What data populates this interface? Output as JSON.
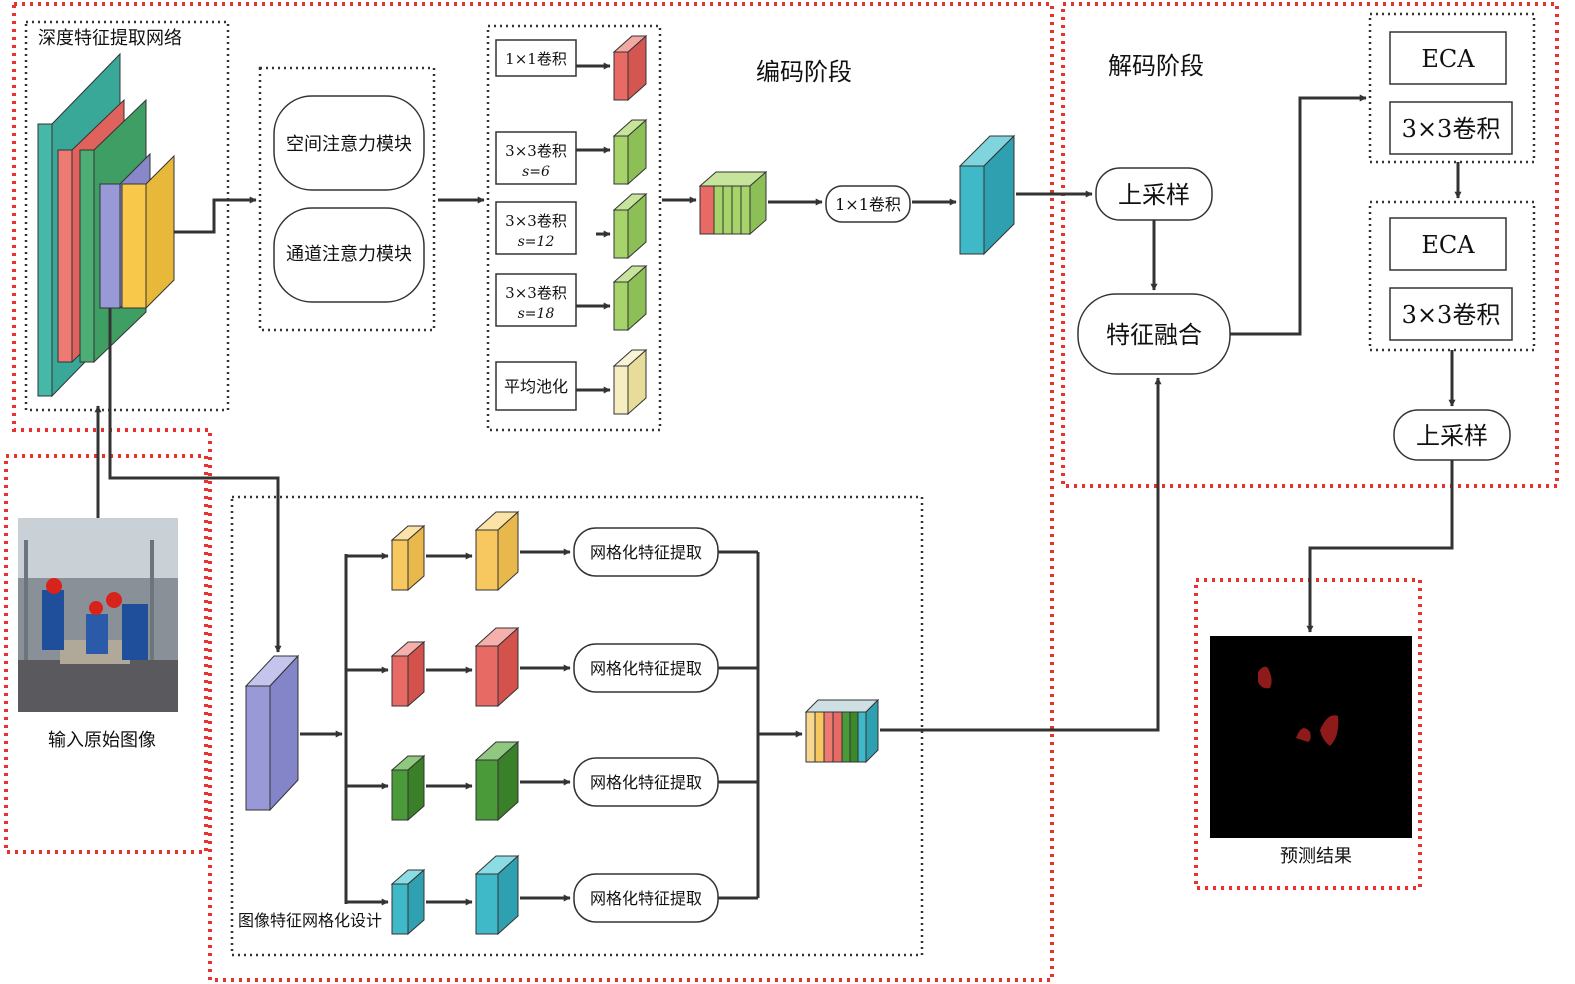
{
  "labels": {
    "deep_feature_net": "深度特征提取网络",
    "spatial_attention": "空间注意力模块",
    "channel_attention": "通道注意力模块",
    "conv1x1_top": "1×1卷积",
    "conv3x3_a": "3×3卷积",
    "s6": "s=6",
    "conv3x3_b": "3×3卷积",
    "s12": "s=12",
    "conv3x3_c": "3×3卷积",
    "s18": "s=18",
    "avg_pool": "平均池化",
    "encode_stage": "编码阶段",
    "conv1x1_mid": "1×1卷积",
    "decode_stage": "解码阶段",
    "upsample_1": "上采样",
    "feature_fusion": "特征融合",
    "eca_1": "ECA",
    "conv3x3_d1": "3×3卷积",
    "eca_2": "ECA",
    "conv3x3_d2": "3×3卷积",
    "upsample_2": "上采样",
    "input_image": "输入原始图像",
    "prediction": "预测结果",
    "grid_extract_1": "网格化特征提取",
    "grid_extract_2": "网格化特征提取",
    "grid_extract_3": "网格化特征提取",
    "grid_extract_4": "网格化特征提取",
    "grid_design": "图像特征网格化设计"
  },
  "colors": {
    "red_dotted": "#e8322e",
    "teal": "#46b8a8",
    "salmon": "#ee7a74",
    "green": "#4cae74",
    "lavender": "#9999d8",
    "yellow": "#f7c84a",
    "red_block": "#e86a64",
    "lightgreen": "#a6d46a",
    "cream": "#f6eec0",
    "cyan": "#3fb8c8",
    "darkgreen": "#4a9a3a",
    "gold": "#f7c860"
  }
}
